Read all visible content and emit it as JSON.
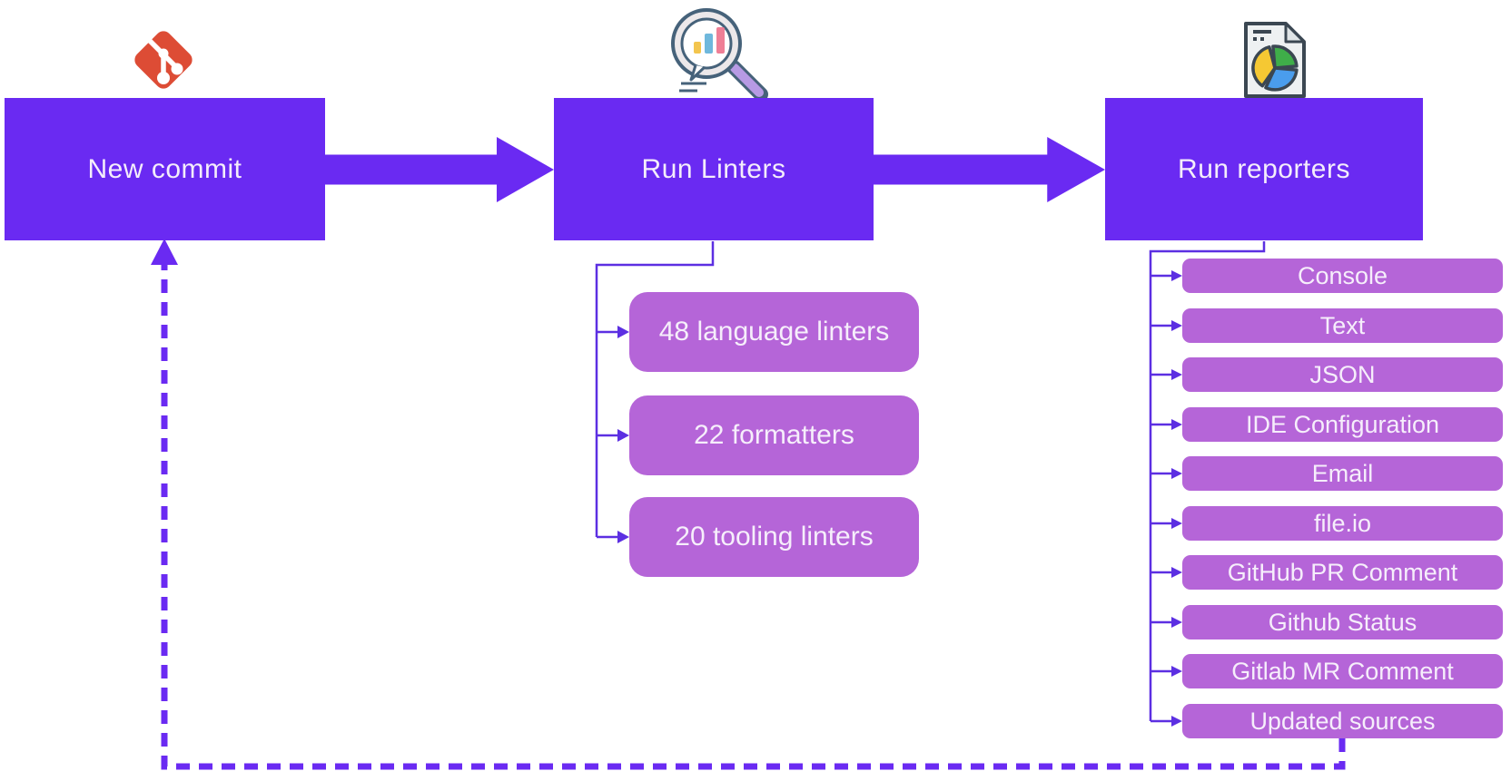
{
  "flow": {
    "nodes": [
      {
        "id": "new-commit",
        "label": "New commit",
        "icon": "git-icon"
      },
      {
        "id": "run-linters",
        "label": "Run Linters",
        "icon": "magnifier-bar-chart-icon"
      },
      {
        "id": "run-reporters",
        "label": "Run reporters",
        "icon": "pie-chart-report-icon"
      }
    ]
  },
  "linters": {
    "items": [
      {
        "label": "48 language linters"
      },
      {
        "label": "22 formatters"
      },
      {
        "label": "20 tooling linters"
      }
    ]
  },
  "reporters": {
    "items": [
      {
        "label": "Console"
      },
      {
        "label": "Text"
      },
      {
        "label": "JSON"
      },
      {
        "label": "IDE Configuration"
      },
      {
        "label": "Email"
      },
      {
        "label": "file.io"
      },
      {
        "label": "GitHub PR Comment"
      },
      {
        "label": "Github Status"
      },
      {
        "label": "Gitlab MR Comment"
      },
      {
        "label": "Updated sources"
      }
    ]
  },
  "colors": {
    "primary_purple": "#6a2af2",
    "secondary_orchid": "#b565d8",
    "connector_purple": "#5c2fe2",
    "git_red": "#dd4c35",
    "background": "#ffffff"
  }
}
